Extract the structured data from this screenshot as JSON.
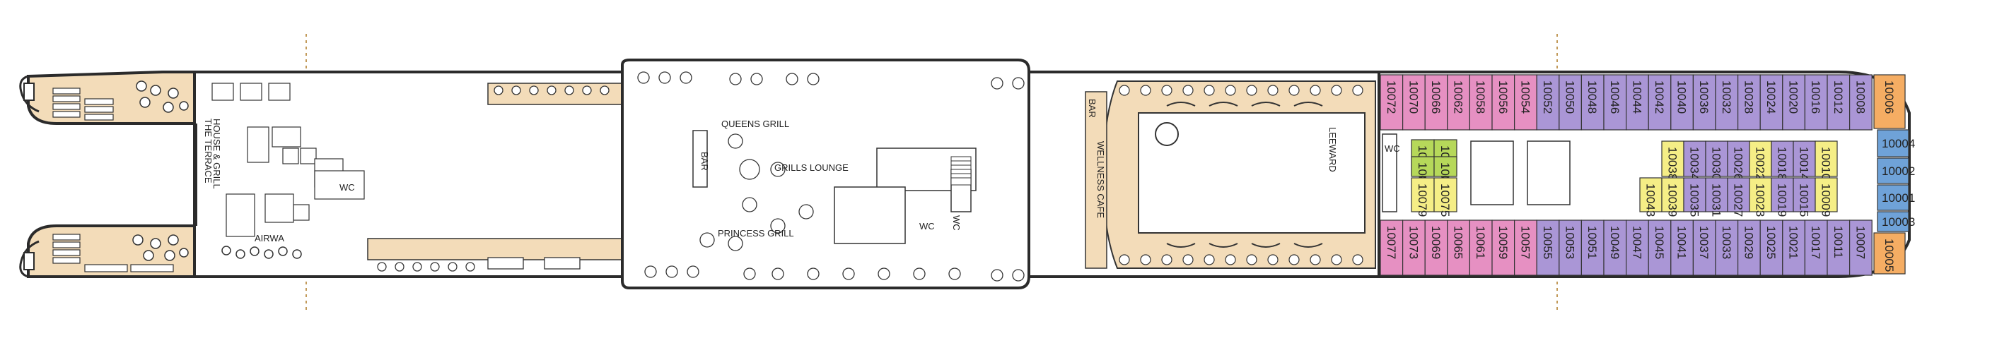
{
  "colors": {
    "deck_wood": "#f3dcb9",
    "outline": "#2b2b2b",
    "cabin_pink": "#e690c2",
    "cabin_purple": "#aa96d6",
    "cabin_yellow": "#f5ee86",
    "cabin_green": "#b6d85a",
    "cabin_blue": "#6fa2d8",
    "cabin_orange": "#f5ad63",
    "pool_sand": "#f3dcb9"
  },
  "labels": {
    "queens_grill": "QUEENS GRILL",
    "grills_lounge": "GRILLS LOUNGE",
    "princess_grill": "PRINCESS GRILL",
    "bar_midship": "BAR",
    "bar_wellness": "BAR",
    "wellness_cafe": "WELLNESS CAFE",
    "leeward": "LEEWARD",
    "terrace": "THE TERRACE",
    "terrace_sub": "HOUSE & GRILL",
    "wc_aft": "WC",
    "wc_grill1": "WC",
    "wc_grill2": "WC",
    "wc_fwd": "WC",
    "airwa": "AIRWA"
  },
  "cabins": {
    "port_row": [
      "10072",
      "10070",
      "10066",
      "10062",
      "10058",
      "10056",
      "10054",
      "10052",
      "10050",
      "10048",
      "10046",
      "10044",
      "10042",
      "10040",
      "10036",
      "10032",
      "10028",
      "10024",
      "10020",
      "10016",
      "10012",
      "10008"
    ],
    "port_colors": [
      "pink",
      "pink",
      "pink",
      "pink",
      "pink",
      "pink",
      "pink",
      "purple",
      "purple",
      "purple",
      "purple",
      "purple",
      "purple",
      "purple",
      "purple",
      "purple",
      "purple",
      "purple",
      "purple",
      "purple",
      "purple",
      "purple"
    ],
    "starboard_row": [
      "10077",
      "10073",
      "10069",
      "10065",
      "10061",
      "10059",
      "10057",
      "10055",
      "10053",
      "10051",
      "10049",
      "10047",
      "10045",
      "10041",
      "10037",
      "10033",
      "10029",
      "10025",
      "10021",
      "10017",
      "10011",
      "10007"
    ],
    "starboard_colors": [
      "pink",
      "pink",
      "pink",
      "pink",
      "pink",
      "pink",
      "pink",
      "purple",
      "purple",
      "purple",
      "purple",
      "purple",
      "purple",
      "purple",
      "purple",
      "purple",
      "purple",
      "purple",
      "purple",
      "purple",
      "purple",
      "purple"
    ],
    "center_top": [
      "10038",
      "10034",
      "10030",
      "10026",
      "10022",
      "10018",
      "10014",
      "10010"
    ],
    "center_top_colors": [
      "yellow",
      "purple",
      "purple",
      "purple",
      "yellow",
      "purple",
      "purple",
      "yellow"
    ],
    "center_bot": [
      "10043",
      "10039",
      "10035",
      "10031",
      "10027",
      "10023",
      "10019",
      "10015",
      "10009"
    ],
    "center_bot_colors": [
      "yellow",
      "yellow",
      "purple",
      "purple",
      "purple",
      "yellow",
      "purple",
      "purple",
      "yellow"
    ],
    "aft_center_top": [
      "10068",
      "10064"
    ],
    "aft_center_mid": [
      "10071",
      "10067"
    ],
    "aft_center_bot": [
      "10079",
      "10075"
    ],
    "bow_suites": [
      "10006",
      "10004",
      "10002",
      "10001",
      "10003",
      "10005"
    ],
    "bow_colors": [
      "orange",
      "blue",
      "blue",
      "blue",
      "blue",
      "orange"
    ]
  }
}
